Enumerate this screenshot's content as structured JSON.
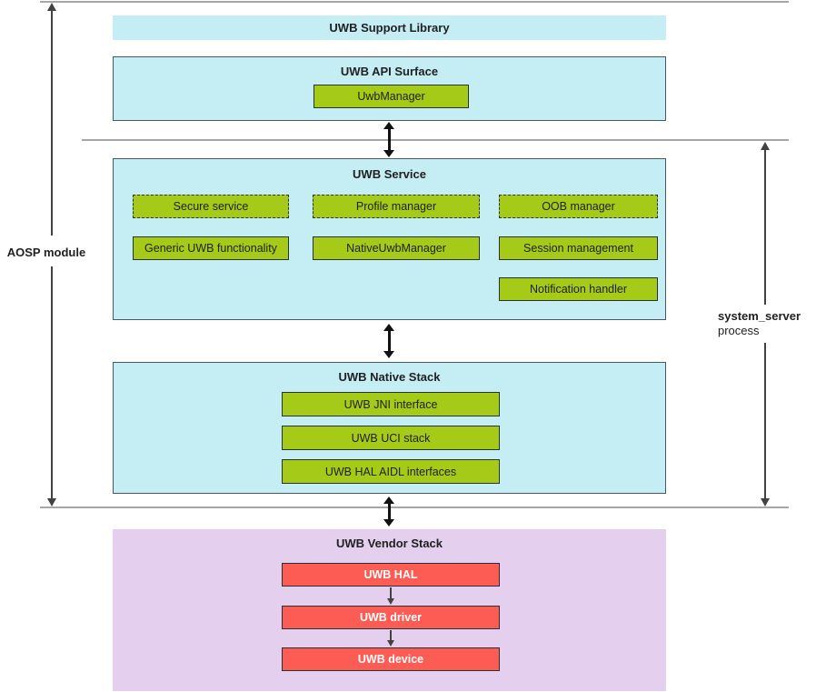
{
  "colors": {
    "cyan": "#c5edf4",
    "green": "#a5ca17",
    "purple": "#e4cfee",
    "red": "#fd5c54",
    "ink": "#212121",
    "line": "#a6a6a6",
    "border_dark": "#263238",
    "border_box": "#455a64",
    "arrow": "#111111",
    "frame_arrow": "#424242"
  },
  "labels": {
    "aosp_module": "AOSP module",
    "system_server": "system_server",
    "process": "process"
  },
  "support_library": {
    "title": "UWB Support Library"
  },
  "api_surface": {
    "title": "UWB API Surface",
    "uwb_manager": "UwbManager"
  },
  "service": {
    "title": "UWB Service",
    "secure_service": "Secure service",
    "profile_manager": "Profile manager",
    "oob_manager": "OOB manager",
    "generic_uwb": "Generic UWB functionality",
    "native_uwb_manager": "NativeUwbManager",
    "session_management": "Session management",
    "notification_handler": "Notification handler"
  },
  "native_stack": {
    "title": "UWB Native Stack",
    "jni": "UWB JNI interface",
    "uci": "UWB UCI stack",
    "hal_aidl": "UWB HAL AIDL interfaces"
  },
  "vendor_stack": {
    "title": "UWB Vendor Stack",
    "hal": "UWB HAL",
    "driver": "UWB driver",
    "device": "UWB device"
  }
}
